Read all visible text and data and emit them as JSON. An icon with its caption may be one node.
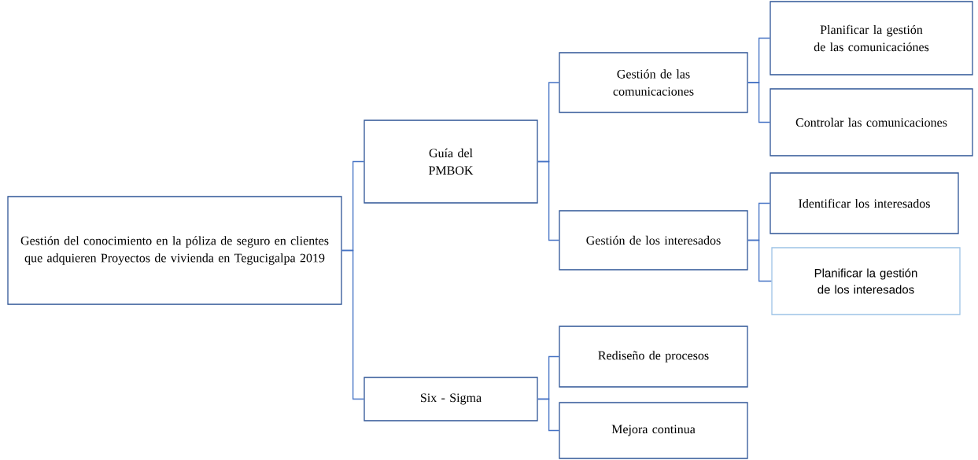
{
  "diagram": {
    "nodes": [
      {
        "text": [
          "Gestión del conocimiento en la póliza de seguro en clientes que adquieren Proyectos de vivienda en Tegucigalpa 2019"
        ]
      },
      {
        "text": [
          "Guía del PMBOK"
        ]
      },
      {
        "text": [
          "Gestión de las comunicaciones"
        ]
      },
      {
        "text": [
          "Planificar la gestión de las comunicaciónes"
        ]
      },
      {
        "text": [
          "Controlar las comunicaciones"
        ]
      },
      {
        "text": [
          "Gestión de los interesados"
        ]
      },
      {
        "text": [
          "Identificar los interesados"
        ]
      },
      {
        "text": [
          "Planificar la gestión de los interesados"
        ]
      },
      {
        "text": [
          "Six - Sigma"
        ]
      },
      {
        "text": [
          "Rediseño de procesos"
        ]
      },
      {
        "text": [
          "Mejora continua"
        ]
      }
    ],
    "edges": [
      {
        "from": 0,
        "to": 1,
        "arrow": "none"
      },
      {
        "from": 0,
        "to": 8,
        "arrow": "none"
      },
      {
        "from": 1,
        "to": 2,
        "arrow": "none"
      },
      {
        "from": 1,
        "to": 5,
        "arrow": "none"
      },
      {
        "from": 2,
        "to": 3,
        "arrow": "none"
      },
      {
        "from": 2,
        "to": 4,
        "arrow": "none"
      },
      {
        "from": 5,
        "to": 6,
        "arrow": "none"
      },
      {
        "from": 5,
        "to": 7,
        "arrow": "none"
      },
      {
        "from": 8,
        "to": 9,
        "arrow": "none"
      },
      {
        "from": 8,
        "to": 10,
        "arrow": "none"
      }
    ]
  }
}
